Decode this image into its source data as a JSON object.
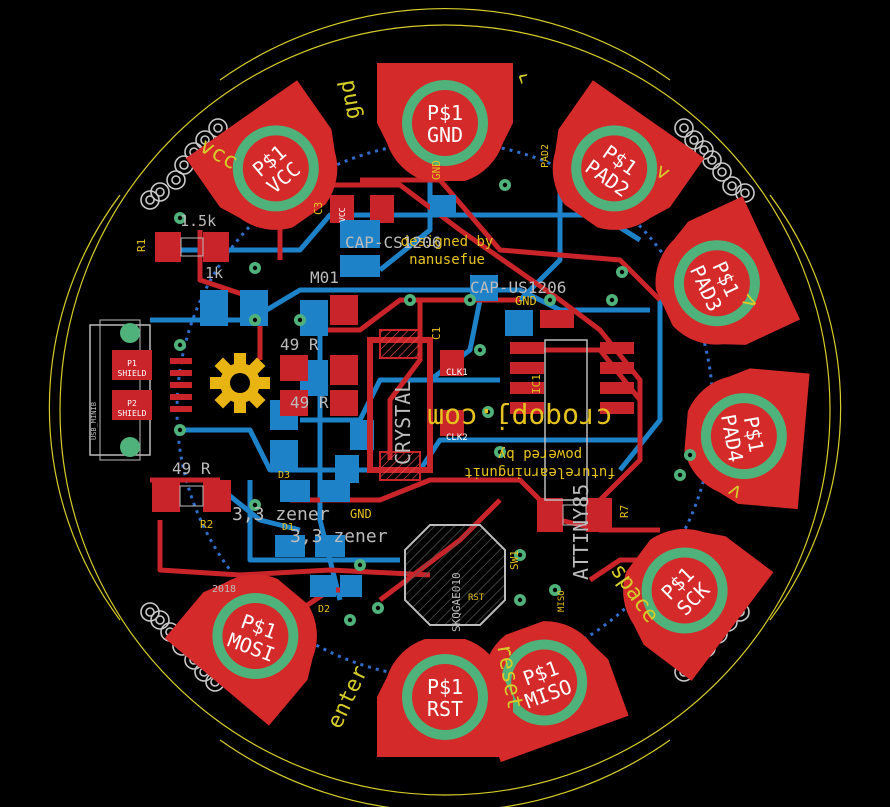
{
  "colors": {
    "background": "#000000",
    "outline": "#d6cc2a",
    "top_copper": "#d42a2a",
    "bottom_copper": "#1e82c8",
    "pad_ring": "#4fb27a",
    "silk": "#e6c21e",
    "silk_white": "#bcbcbc",
    "via": "#c9c9c9",
    "logo": "#e8b412"
  },
  "pads": [
    {
      "id": "gnd",
      "net": "P$1",
      "name": "GND"
    },
    {
      "id": "pad2",
      "net": "P$1",
      "name": "PAD2"
    },
    {
      "id": "pad3",
      "net": "P$1",
      "name": "PAD3"
    },
    {
      "id": "pad4",
      "net": "P$1",
      "name": "PAD4"
    },
    {
      "id": "sck",
      "net": "P$1",
      "name": "SCK"
    },
    {
      "id": "miso",
      "net": "P$1",
      "name": "MISO"
    },
    {
      "id": "rst",
      "net": "P$1",
      "name": "RST"
    },
    {
      "id": "mosi",
      "net": "P$1",
      "name": "MOSI"
    },
    {
      "id": "vcc",
      "net": "P$1",
      "name": "VCC"
    }
  ],
  "key_labels": {
    "gnd": "gnd",
    "vcc": "vcc",
    "up": "^",
    "down": "v",
    "left": "<",
    "right": ">",
    "space": "space",
    "reset": "reset",
    "enter": "enter"
  },
  "silk": {
    "designed_by": "designed by",
    "designer": "nanusefue",
    "brand": "croqopj.com",
    "powered_by": "powered by",
    "powered_by_name": "futurelearningunit",
    "year": "2018",
    "mcu": "ATTINY85",
    "cap_us": "CAP-US1206",
    "cap_cs": "CAP-CS1206",
    "crystal": "CRYSTAL",
    "switch": "SKQGAE010",
    "r49a": "49 R",
    "r49b": "49 R",
    "r49c": "49 R",
    "r15": "1.5k",
    "r1k": "1k",
    "zener1": "3,3 zener",
    "zener2": "3,3 zener",
    "r_m01": "M01",
    "usb_ref": "USB_MINIB",
    "shield1": "SHIELD",
    "shield2": "SHIELD",
    "p1": "P1",
    "p2": "P2",
    "clk1": "CLK1",
    "clk2": "CLK2",
    "gnd_a": "GND",
    "gnd_b": "GND",
    "gnd_c": "GND",
    "vcc_small": "VCC",
    "ref_r2": "R2",
    "ref_r1": "R1",
    "ref_r7": "R7",
    "ref_c1": "C1",
    "ref_c3": "C3",
    "ref_ic": "IC1",
    "ref_sw": "SW1",
    "ref_d1": "D1",
    "ref_d2": "D2",
    "ref_d3": "D3",
    "ref_rst": "RST",
    "ref_pad2": "PAD2",
    "ref_miso": "MISO"
  }
}
